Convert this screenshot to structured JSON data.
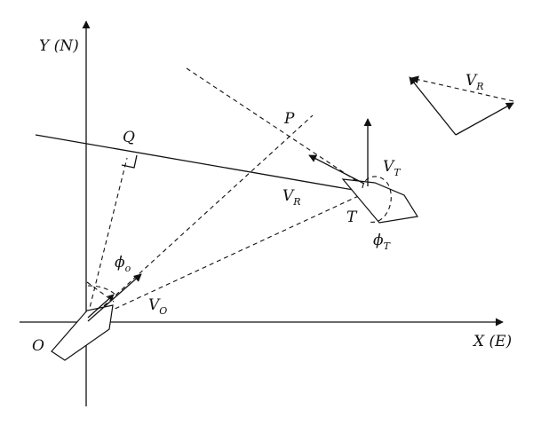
{
  "labels": {
    "y_axis": "Y",
    "y_axis_unit": "(N)",
    "x_axis": "X",
    "x_axis_unit": "(E)",
    "origin": "O",
    "point_q": "Q",
    "point_p": "P",
    "point_t": "T",
    "vr_main": "V",
    "vr_main_sub": "R",
    "vr_inset": "V",
    "vr_inset_sub": "R",
    "vt": "V",
    "vt_sub": "T",
    "vo": "V",
    "vo_sub": "O",
    "phi_o": "ϕ",
    "phi_o_sub": "o",
    "phi_t": "ϕ",
    "phi_t_sub": "T"
  }
}
